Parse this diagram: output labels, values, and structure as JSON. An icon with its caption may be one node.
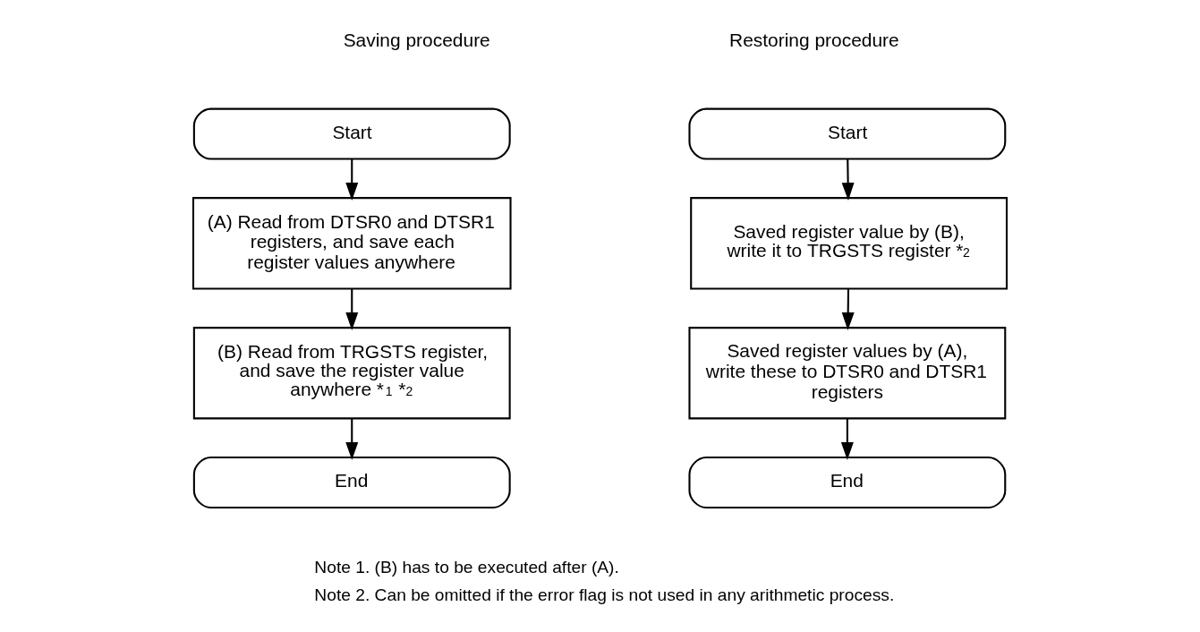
{
  "diagram": {
    "nodes": [
      {
        "text": [
          "Start"
        ]
      },
      {
        "text": [
          "(A) Read from DTSR0 and DTSR1 registers, and save each register values anywhere"
        ]
      },
      {
        "text": [
          "(B) Read from TRGSTS register, and save the register value anywhere *$^{1}$ *$^{2}$"
        ]
      },
      {
        "text": [
          "End"
        ]
      },
      {
        "text": [
          "Start"
        ]
      },
      {
        "text": [
          "Saved register value by (B), write it to TRGSTS register *$^{2}$"
        ]
      },
      {
        "text": [
          "Saved register values by (A), write these to DTSR0 and DTSR1 registers"
        ]
      },
      {
        "text": [
          "End"
        ]
      }
    ],
    "edges": [
      {
        "from": 0,
        "to": 1,
        "arrow": "to"
      },
      {
        "from": 1,
        "to": 2,
        "arrow": "to"
      },
      {
        "from": 2,
        "to": 3,
        "arrow": "to"
      },
      {
        "from": 4,
        "to": 5,
        "arrow": "to"
      },
      {
        "from": 5,
        "to": 6,
        "arrow": "to"
      },
      {
        "from": 6,
        "to": 7,
        "arrow": "to"
      }
    ],
    "labels": [
      "Saving procedure",
      "Restoring procedure",
      "Note 1. (B) has to be executed after (A).",
      "Note 2. Can be omitted if the error flag is not used in any arithmetic process."
    ]
  }
}
